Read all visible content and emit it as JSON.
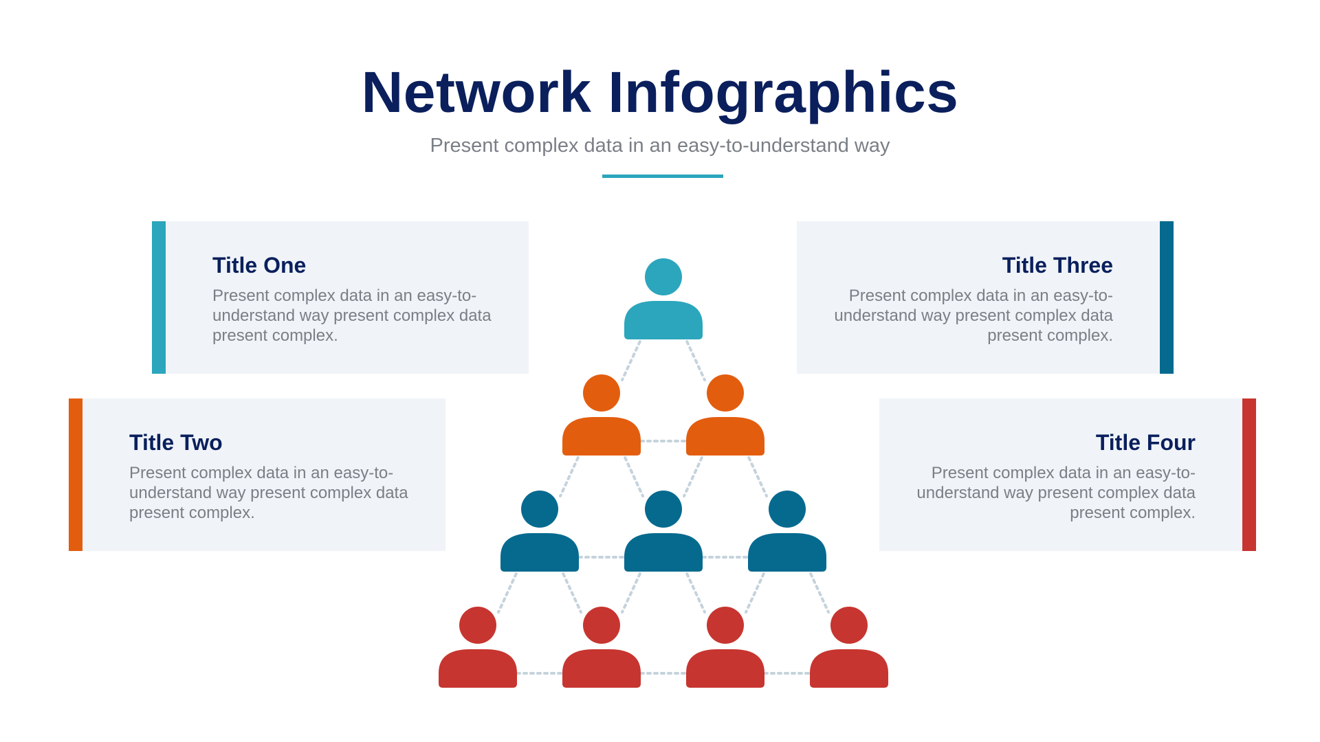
{
  "header": {
    "title": "Network Infographics",
    "subtitle": "Present complex data in an easy-to-understand way"
  },
  "colors": {
    "navy": "#0a1f5c",
    "teal": "#2ba6bc",
    "orange": "#e35d0f",
    "blue": "#066a8f",
    "red": "#c73530",
    "card_bg": "#f0f4f8",
    "connector": "#c5d3dc"
  },
  "cards": [
    {
      "title": "Title One",
      "text": "Present complex data in an easy-to-understand way present complex data present complex.",
      "accent": "#2ba6bc"
    },
    {
      "title": "Title Two",
      "text": "Present complex data in an easy-to-understand way present complex data present complex.",
      "accent": "#e35d0f"
    },
    {
      "title": "Title Three",
      "text": "Present complex data in an easy-to-understand way present complex data present complex.",
      "accent": "#066a8f"
    },
    {
      "title": "Title Four",
      "text": "Present complex data in an easy-to-understand way present complex data present complex.",
      "accent": "#c73530"
    }
  ],
  "network": {
    "icon": "person-icon",
    "rows": [
      {
        "count": 1,
        "color": "#2ba6bc"
      },
      {
        "count": 2,
        "color": "#e35d0f"
      },
      {
        "count": 3,
        "color": "#066a8f"
      },
      {
        "count": 4,
        "color": "#c73530"
      }
    ]
  }
}
